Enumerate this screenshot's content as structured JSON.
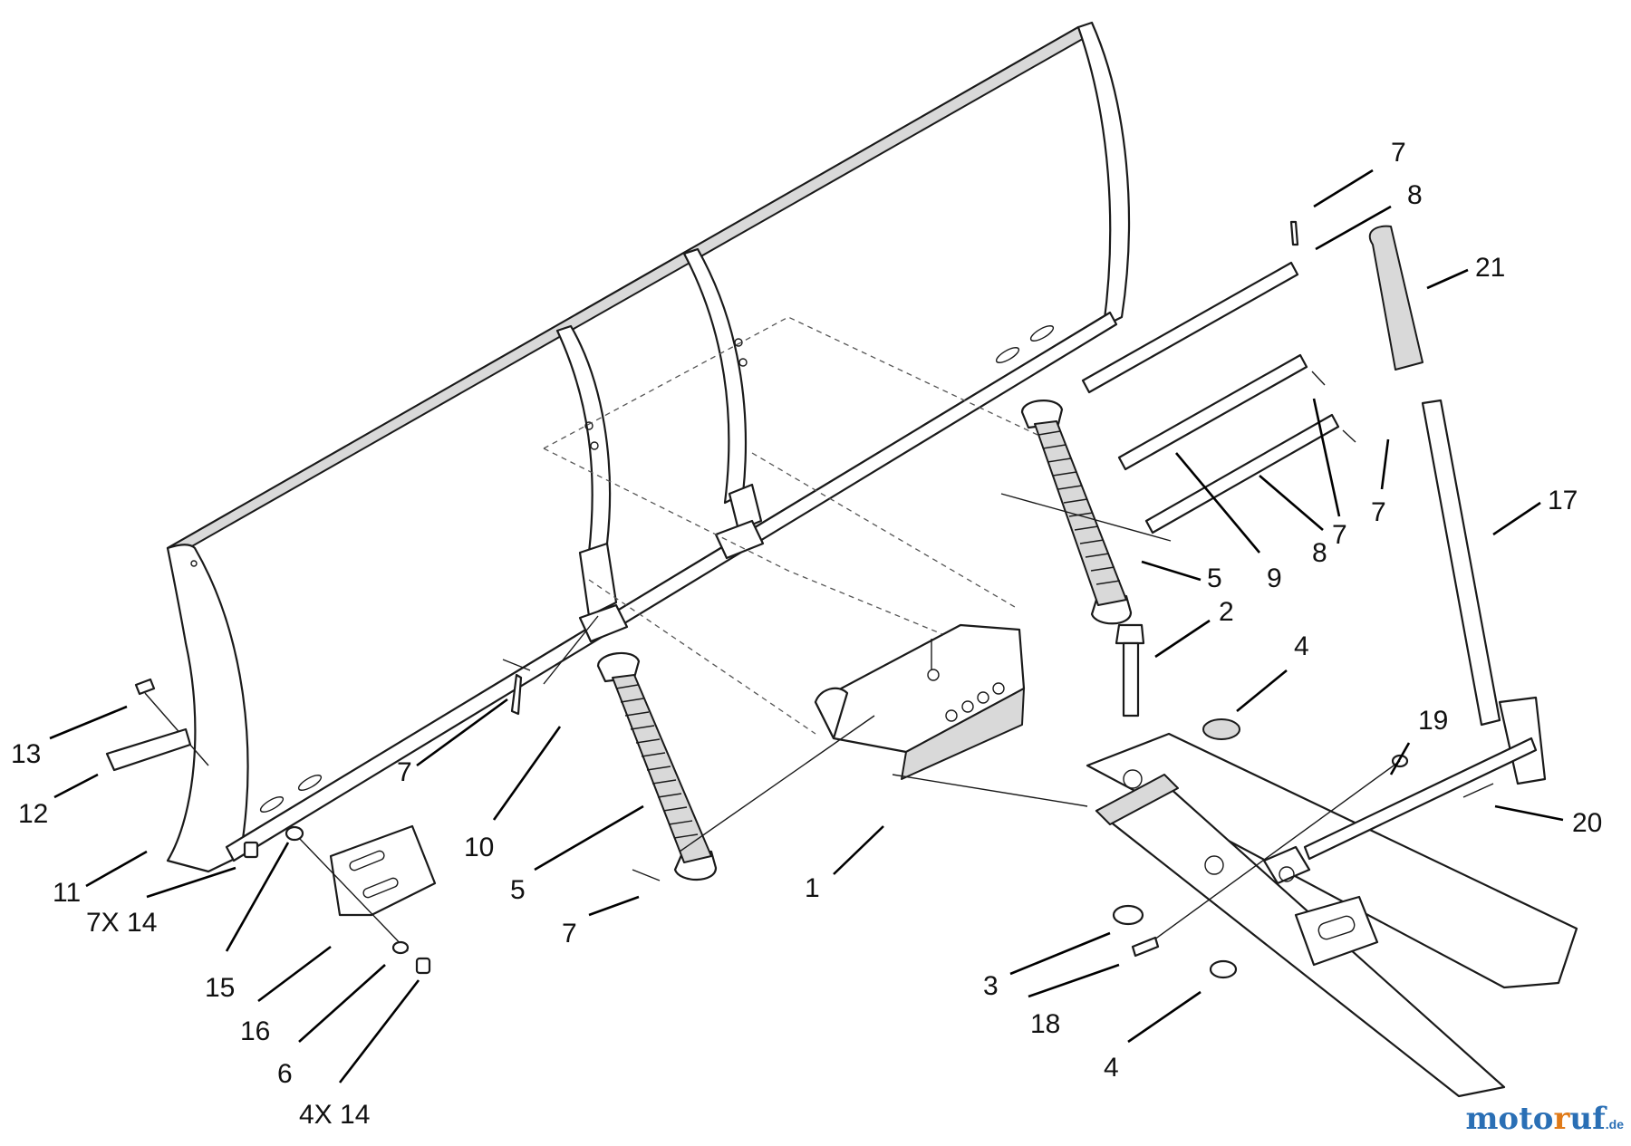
{
  "callouts": [
    {
      "id": "c-7-top",
      "label": "7"
    },
    {
      "id": "c-8-top",
      "label": "8"
    },
    {
      "id": "c-21",
      "label": "21"
    },
    {
      "id": "c-17",
      "label": "17"
    },
    {
      "id": "c-9",
      "label": "9"
    },
    {
      "id": "c-8-mid",
      "label": "8"
    },
    {
      "id": "c-7-mid-a",
      "label": "7"
    },
    {
      "id": "c-7-mid-b",
      "label": "7"
    },
    {
      "id": "c-5-right",
      "label": "5"
    },
    {
      "id": "c-2",
      "label": "2"
    },
    {
      "id": "c-4-top",
      "label": "4"
    },
    {
      "id": "c-19",
      "label": "19"
    },
    {
      "id": "c-20",
      "label": "20"
    },
    {
      "id": "c-13",
      "label": "13"
    },
    {
      "id": "c-12",
      "label": "12"
    },
    {
      "id": "c-11",
      "label": "11"
    },
    {
      "id": "c-7x14",
      "label": "7X 14"
    },
    {
      "id": "c-15",
      "label": "15"
    },
    {
      "id": "c-16",
      "label": "16"
    },
    {
      "id": "c-6",
      "label": "6"
    },
    {
      "id": "c-4x14",
      "label": "4X 14"
    },
    {
      "id": "c-7-left",
      "label": "7"
    },
    {
      "id": "c-10",
      "label": "10"
    },
    {
      "id": "c-5-left",
      "label": "5"
    },
    {
      "id": "c-7-bottom",
      "label": "7"
    },
    {
      "id": "c-1",
      "label": "1"
    },
    {
      "id": "c-3",
      "label": "3"
    },
    {
      "id": "c-18",
      "label": "18"
    },
    {
      "id": "c-4-bottom",
      "label": "4"
    }
  ],
  "watermark": {
    "part_a": "moto",
    "part_b": "r",
    "part_c": "uf",
    "suffix": ".de"
  },
  "colors": {
    "line": "#1a1a1a",
    "watermark_blue": "#2a6fb5",
    "watermark_orange": "#e07a18"
  }
}
